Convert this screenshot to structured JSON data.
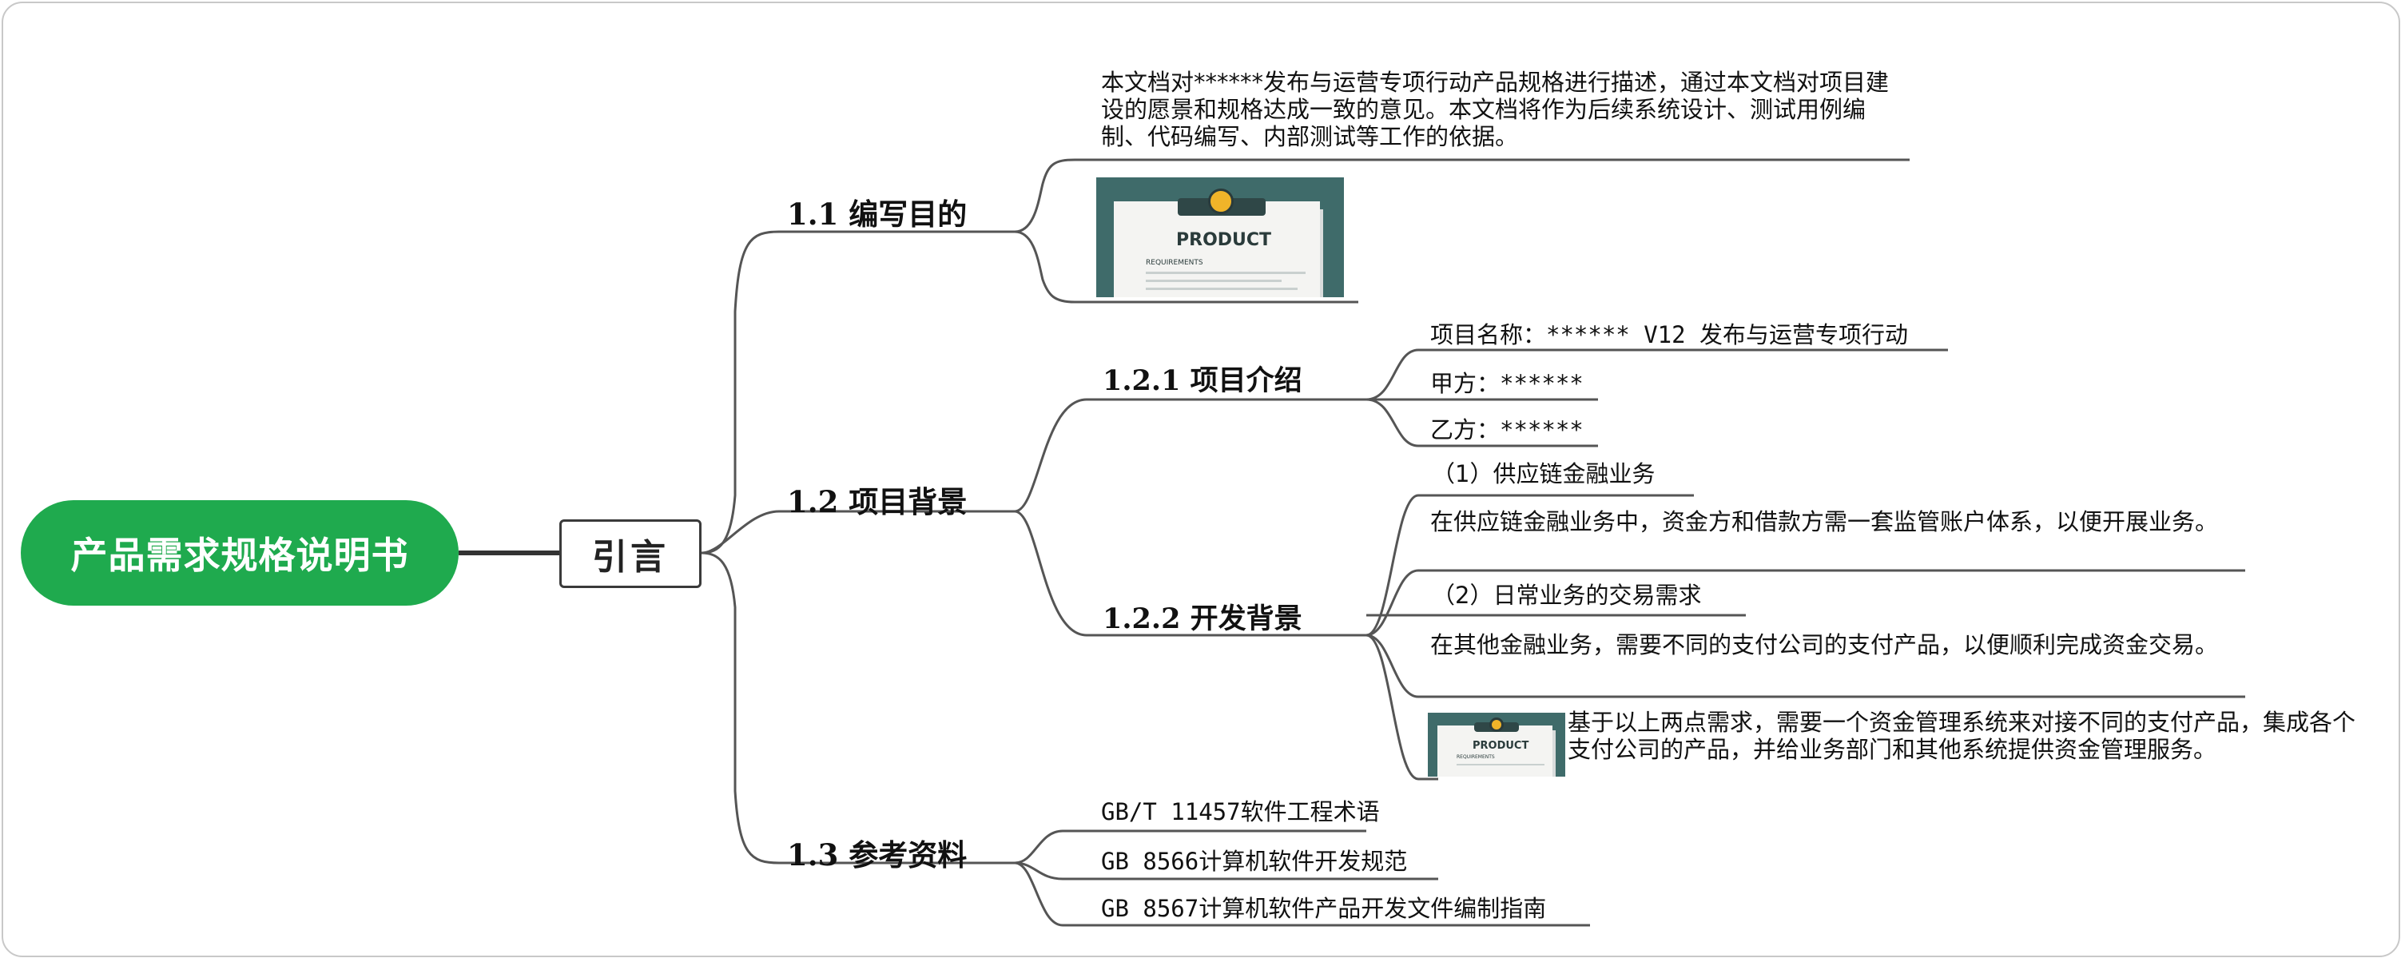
{
  "root": {
    "label": "产品需求规格说明书"
  },
  "level1": {
    "label": "引言"
  },
  "sections": {
    "s1": {
      "title": "1.1 编写目的",
      "text": "本文档对******发布与运营专项行动产品规格进行描述，通过本文档对项目建设的愿景和规格达成一致的意见。本文档将作为后续系统设计、测试用例编制、代码编写、内部测试等工作的依据。"
    },
    "s2": {
      "title": "1.2 项目背景",
      "s21": {
        "title": "1.2.1 项目介绍",
        "items": [
          "项目名称：****** V12 发布与运营专项行动",
          "甲方：******",
          "乙方：******"
        ]
      },
      "s22": {
        "title": "1.2.2 开发背景",
        "items": [
          "（1）供应链金融业务",
          "在供应链金融业务中，资金方和借款方需一套监管账户体系，以便开展业务。",
          "（2）日常业务的交易需求",
          "在其他金融业务，需要不同的支付公司的支付产品，以便顺利完成资金交易。",
          "基于以上两点需求，需要一个资金管理系统来对接不同的支付产品，集成各个支付公司的产品，并给业务部门和其他系统提供资金管理服务。"
        ]
      }
    },
    "s3": {
      "title": "1.3 参考资料",
      "items": [
        "GB/T 11457软件工程术语",
        "GB 8566计算机软件开发规范",
        "GB 8567计算机软件产品开发文件编制指南"
      ]
    }
  },
  "image": {
    "title": "PRODUCT",
    "subtitle": "REQUIREMENTS"
  },
  "colors": {
    "root_fill": "#1faa4e",
    "lines": "#555555",
    "image_bg": "#3f6b6a"
  }
}
